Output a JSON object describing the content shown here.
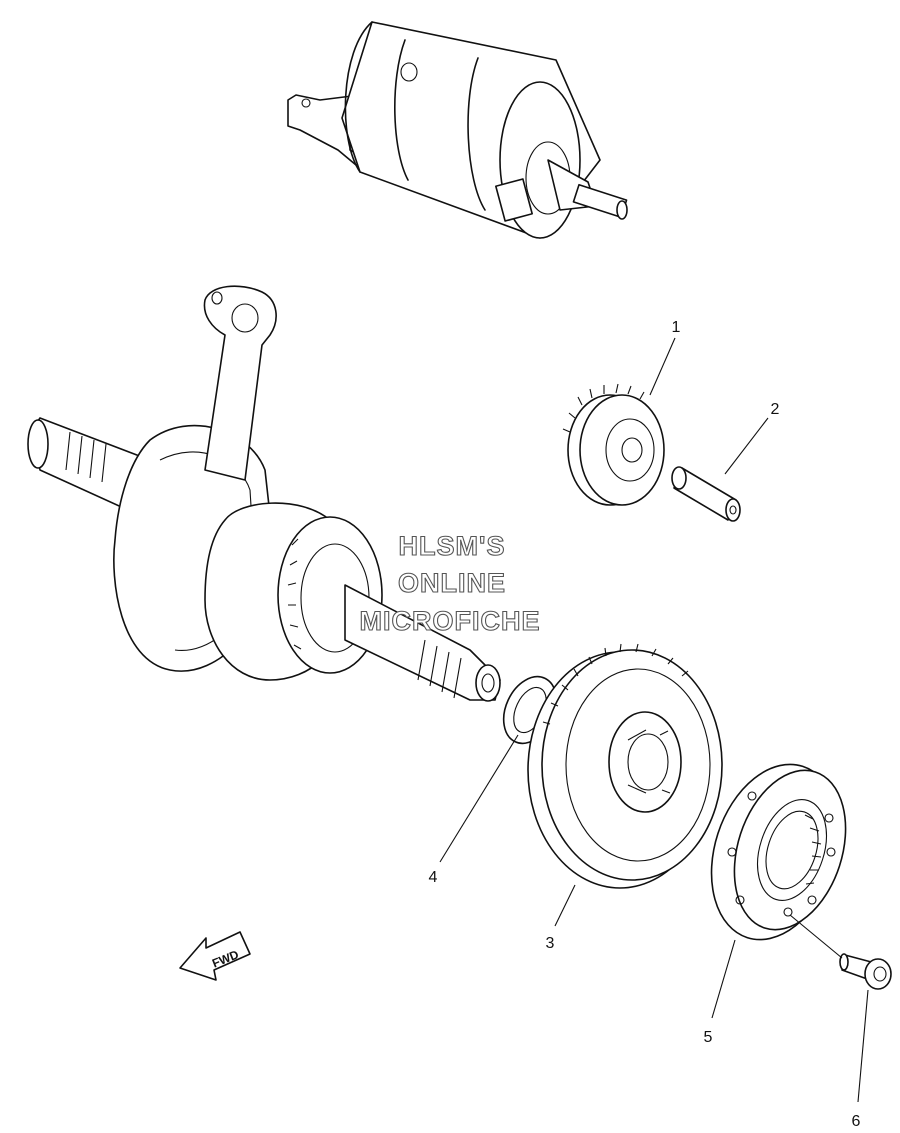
{
  "watermark": {
    "lines": [
      "HLSM'S",
      "ONLINE",
      "MICROFICHE"
    ]
  },
  "direction_label": "FWD",
  "parts": [
    {
      "id": "1",
      "component": "idler-gear"
    },
    {
      "id": "2",
      "component": "idler-shaft"
    },
    {
      "id": "3",
      "component": "starter-wheel-gear"
    },
    {
      "id": "4",
      "component": "washer"
    },
    {
      "id": "5",
      "component": "one-way-clutch"
    },
    {
      "id": "6",
      "component": "bolt"
    }
  ],
  "colors": {
    "line": "#111111",
    "background": "#ffffff",
    "watermark_outline": "#555555"
  }
}
